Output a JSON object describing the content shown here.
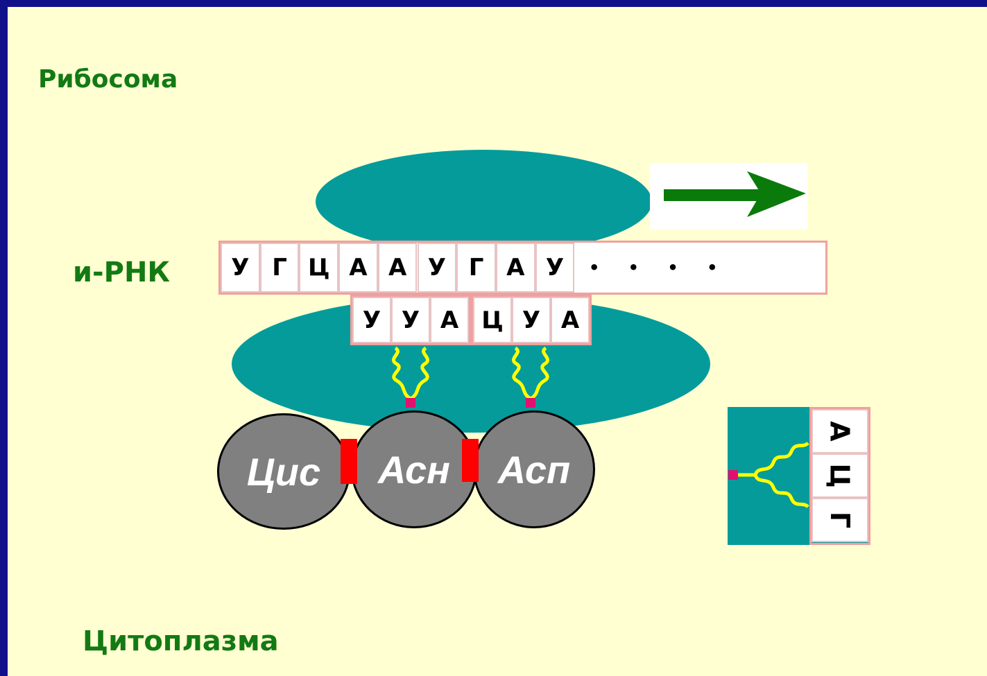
{
  "labels": {
    "ribosome": "Рибосома",
    "mrna": "и-РНК",
    "cytoplasm": "Цитоплазма"
  },
  "mrna_sequence": [
    "У",
    "Г",
    "Ц",
    "А",
    "А",
    "У",
    "Г",
    "А",
    "У",
    "•",
    "•",
    "•",
    "•"
  ],
  "trna_anticodons": [
    [
      "У",
      "У",
      "А"
    ],
    [
      "Ц",
      "У",
      "А"
    ]
  ],
  "incoming_trna_anticodon": [
    "А",
    "Ц",
    "Г"
  ],
  "amino_acids": [
    "Цис",
    "Асн",
    "Асп"
  ],
  "colors": {
    "background_frame": "#10108a",
    "slide_background": "#ffffd2",
    "ribosome": "#059b9b",
    "label_text": "#137a13",
    "arrow": "#0a7a0a",
    "peptide_bond": "#ff0000",
    "trna_stem": "#ffff00",
    "amino_acid_ball": "#808080"
  },
  "icons": {
    "direction": "right-arrow-icon"
  }
}
